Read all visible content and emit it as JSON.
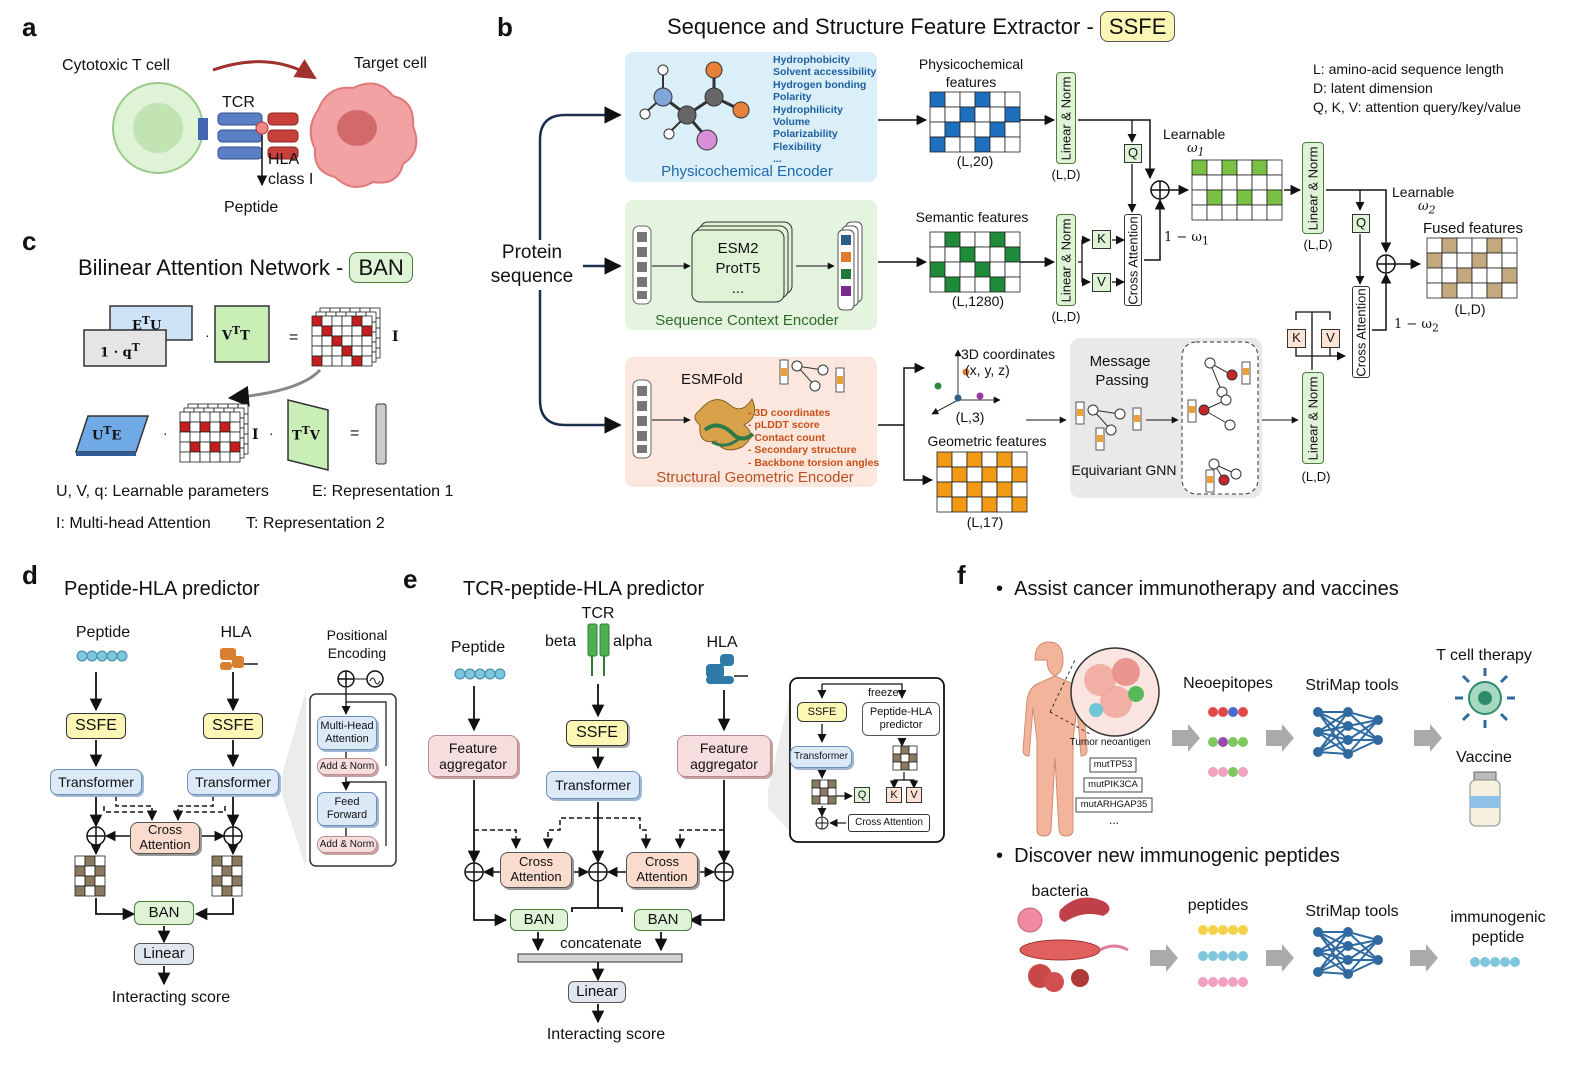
{
  "panels": {
    "a": "a",
    "b": "b",
    "c": "c",
    "d": "d",
    "e": "e",
    "f": "f"
  },
  "panel_a": {
    "cytotoxic": "Cytotoxic T cell",
    "target": "Target cell",
    "tcr": "TCR",
    "hla1": "HLA",
    "hla2": "class I",
    "peptide": "Peptide"
  },
  "panel_b": {
    "title": "Sequence and Structure Feature Extractor -",
    "title_tag": "SSFE",
    "protein1": "Protein",
    "protein2": "sequence",
    "physico_props": [
      "Hydrophobicity",
      "Solvent accessibility",
      "Hydrogen bonding",
      "Polarity",
      "Hydrophilicity",
      "Volume",
      "Polarizability",
      "Flexibility",
      "..."
    ],
    "physico_encoder": "Physicochemical Encoder",
    "physico_features1": "Physicochemical",
    "physico_features2": "features",
    "physico_dim": "(L,20)",
    "esm1": "ESM2",
    "esm2": "ProtT5",
    "esm3": "...",
    "seq_encoder": "Sequence Context Encoder",
    "semantic": "Semantic features",
    "semantic_dim": "(L,1280)",
    "esmfold": "ESMFold",
    "struct_props": [
      "- 3D coordinates",
      "- pLDDT score",
      "- Contact count",
      "- Secondary structure",
      "- Backbone torsion angles"
    ],
    "struct_encoder": "Structural Geometric Encoder",
    "coords1": "3D coordinates",
    "coords2": "(x, y, z)",
    "coords_dim": "(L,3)",
    "geometric": "Geometric features",
    "geometric_dim": "(L,17)",
    "mp1": "Message",
    "mp2": "Passing",
    "gnn": "Equivariant GNN",
    "linear_norm": "Linear & Norm",
    "cross_attention": "Cross Attention",
    "ld": "(L,D)",
    "q": "Q",
    "k": "K",
    "v": "V",
    "learnable": "Learnable",
    "w1": "ω",
    "w1sub": "1",
    "one_minus_w1": "1 − ω",
    "w2": "ω",
    "w2sub": "2",
    "one_minus_w2": "1 − ω",
    "fused": "Fused features",
    "legend": [
      "L: amino-acid sequence length",
      "D: latent dimension",
      "Q, K, V: attention query/key/value"
    ]
  },
  "panel_c": {
    "title": "Bilinear Attention Network -",
    "title_tag": "BAN",
    "legend1a": "U, V, q: Learnable parameters",
    "legend1b": "E: Representation 1",
    "legend2a": "I: Multi-head Attention",
    "legend2b": "T: Representation 2"
  },
  "panel_d": {
    "title": "Peptide-HLA predictor",
    "peptide": "Peptide",
    "hla": "HLA",
    "ssfe": "SSFE",
    "transformer": "Transformer",
    "cross": "Cross Attention",
    "ban": "BAN",
    "linear": "Linear",
    "score": "Interacting score",
    "pos1": "Positional",
    "pos2": "Encoding",
    "mha": "Multi-Head Attention",
    "addnorm": "Add & Norm",
    "ff": "Feed Forward"
  },
  "panel_e": {
    "title": "TCR-peptide-HLA predictor",
    "peptide": "Peptide",
    "tcr": "TCR",
    "beta": "beta",
    "alpha": "alpha",
    "hla": "HLA",
    "ssfe": "SSFE",
    "transformer": "Transformer",
    "feature_agg": "Feature aggregator",
    "cross": "Cross Attention",
    "ban": "BAN",
    "concat": "concatenate",
    "linear": "Linear",
    "score": "Interacting score",
    "freeze": "freeze",
    "inset_ssfe": "SSFE",
    "inset_pred": "Peptide-HLA predictor",
    "inset_trans": "Transformer",
    "inset_ca": "Cross Attention",
    "q": "Q",
    "k": "K",
    "v": "V"
  },
  "panel_f": {
    "bullet1": "Assist cancer immunotherapy and vaccines",
    "tumor": "Tumor neoantigen",
    "mutations": [
      "mutTP53",
      "mutPIK3CA",
      "mutARHGAP35"
    ],
    "dots": "...",
    "neo": "Neoepitopes",
    "tools": "StriMap tools",
    "tcell": "T cell therapy",
    "vaccine": "Vaccine",
    "bullet2": "Discover new immunogenic peptides",
    "bacteria": "bacteria",
    "peptides": "peptides",
    "tools2": "StriMap tools",
    "immuno1": "immunogenic",
    "immuno2": "peptide"
  }
}
